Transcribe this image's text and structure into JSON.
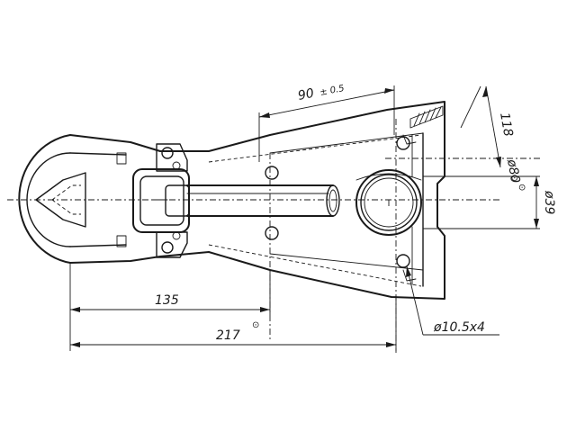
{
  "dimensions": {
    "len_135": "135",
    "len_217": "217",
    "len_217_mark": "⊙",
    "spacing_90": "90",
    "spacing_90_tol": "± 0.5",
    "diam_80": "ø80",
    "diam_80_mark": "⊙",
    "height_118": "118",
    "diam_39": "ø39",
    "diam_39_mark": "⊙",
    "holes": "ø10.5x4"
  }
}
